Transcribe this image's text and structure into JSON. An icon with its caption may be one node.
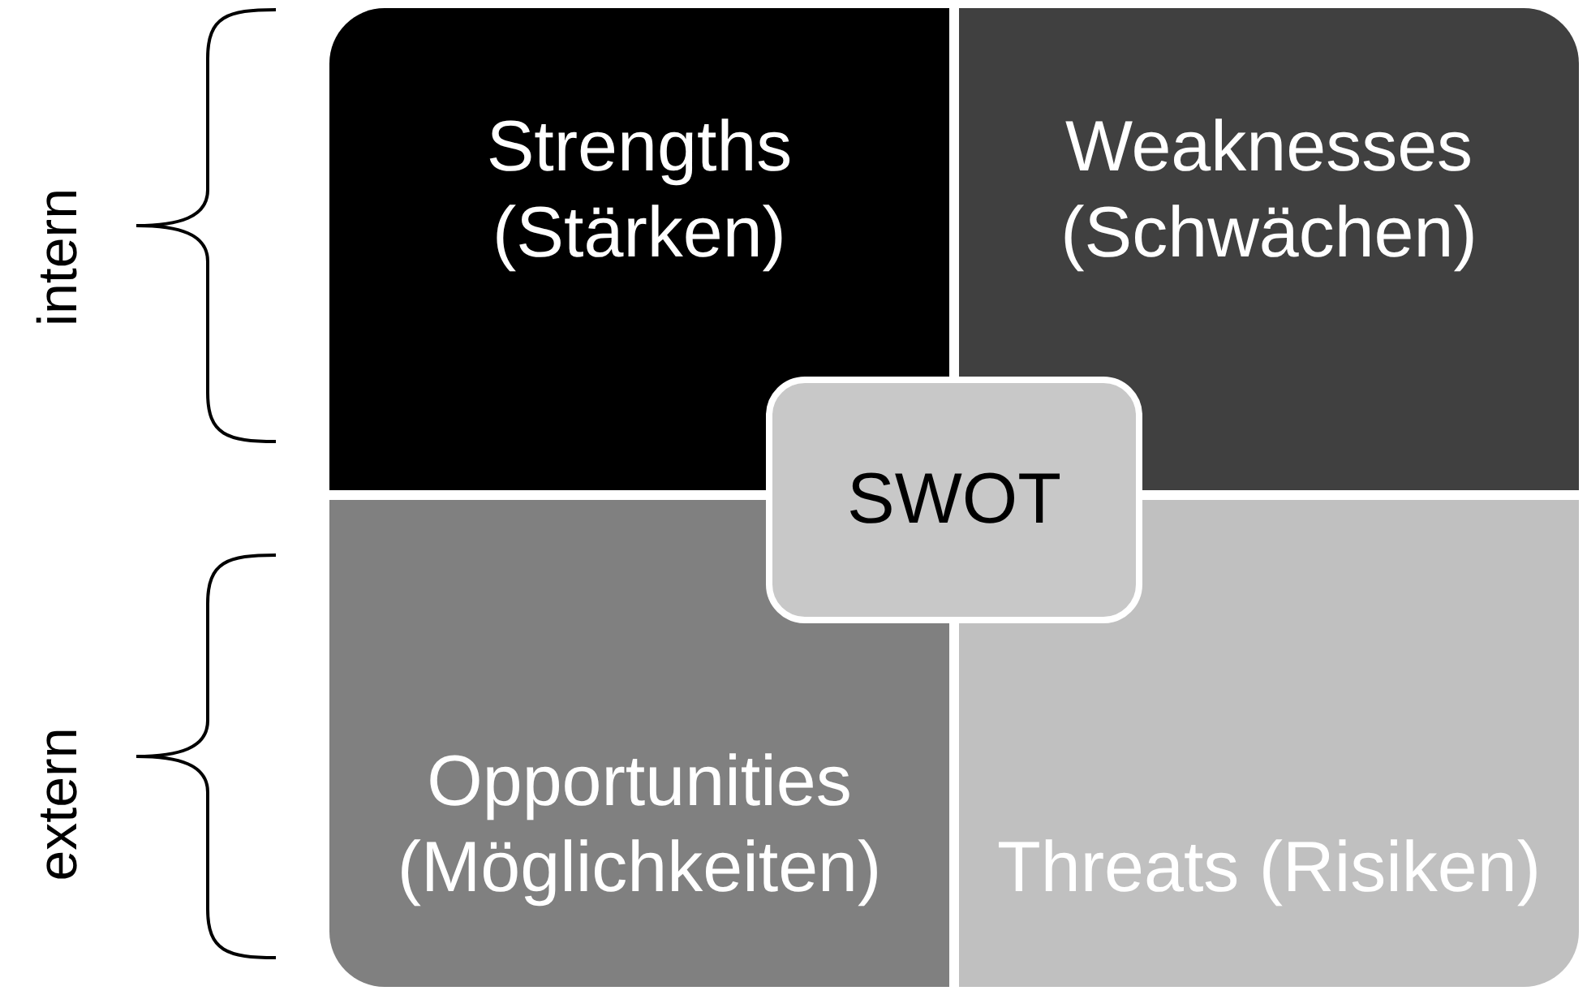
{
  "diagram": {
    "nodes": [
      {
        "text": [
          "Strengths (Stärken)"
        ]
      },
      {
        "text": [
          "Weaknesses (Schwächen)"
        ]
      },
      {
        "text": [
          "Opportunities (Möglichkeiten)"
        ]
      },
      {
        "text": [
          "Threats (Risiken)"
        ]
      },
      {
        "text": [
          "SWOT"
        ]
      }
    ],
    "edges": [],
    "labels": [
      "intern",
      "extern"
    ]
  }
}
